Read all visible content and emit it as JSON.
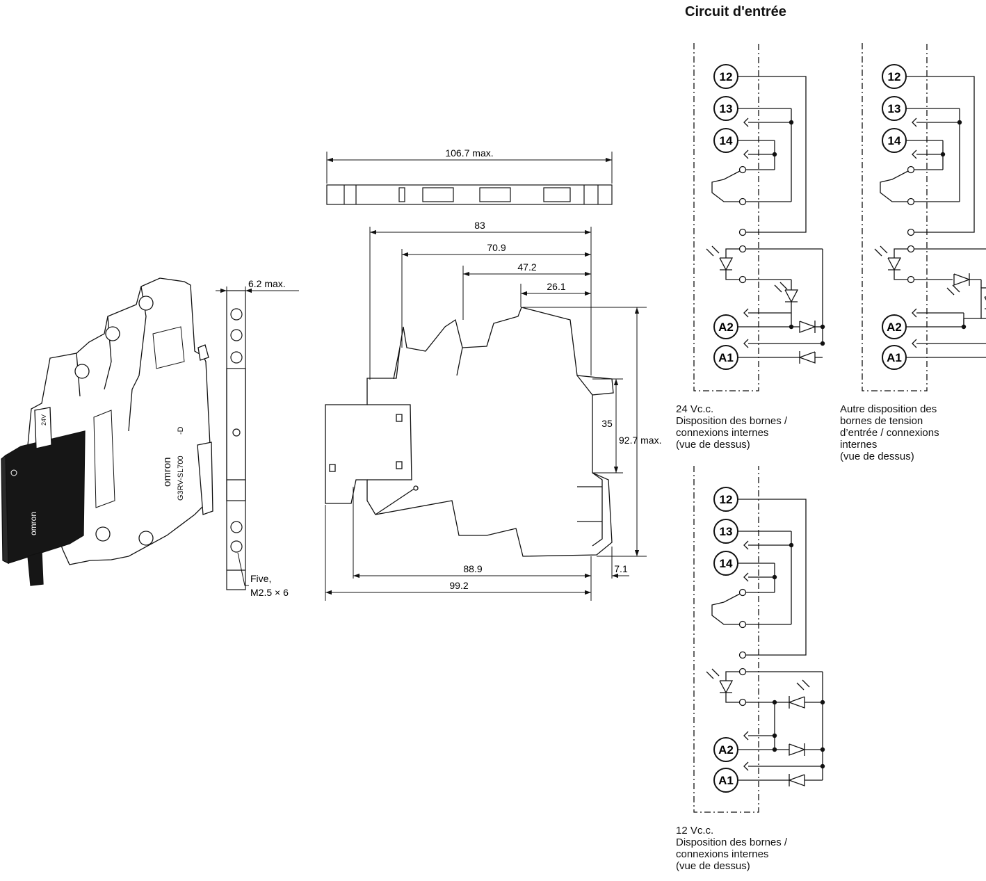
{
  "section_title": "Circuit d'entrée",
  "dimensions": {
    "top_width": "106.7 max.",
    "d83": "83",
    "d70_9": "70.9",
    "d47_2": "47.2",
    "d26_1": "26.1",
    "d35": "35",
    "height": "92.7 max.",
    "d88_9": "88.9",
    "d7_1": "7.1",
    "d99_2": "99.2",
    "side_width": "6.2 max."
  },
  "screws_note": {
    "line1": "Five,",
    "line2": "M2.5 × 6"
  },
  "product_labels": {
    "model": "G3RV-SL700",
    "suffix": "-D",
    "brand": "omron",
    "voltage_tag": "24V",
    "relay_brand": "omron"
  },
  "terminals": [
    "12",
    "13",
    "14",
    "A2",
    "A1"
  ],
  "diagrams": [
    {
      "caption": [
        "24 Vc.c.",
        "Disposition des bornes /",
        "connexions internes",
        "(vue de dessus)"
      ]
    },
    {
      "caption": [
        "Autre disposition des",
        "bornes de tension",
        "d’entrée / connexions",
        "internes",
        "(vue de dessus)"
      ]
    },
    {
      "caption": [
        "12 Vc.c.",
        "Disposition des bornes /",
        "connexions internes",
        "(vue de dessus)"
      ]
    }
  ]
}
